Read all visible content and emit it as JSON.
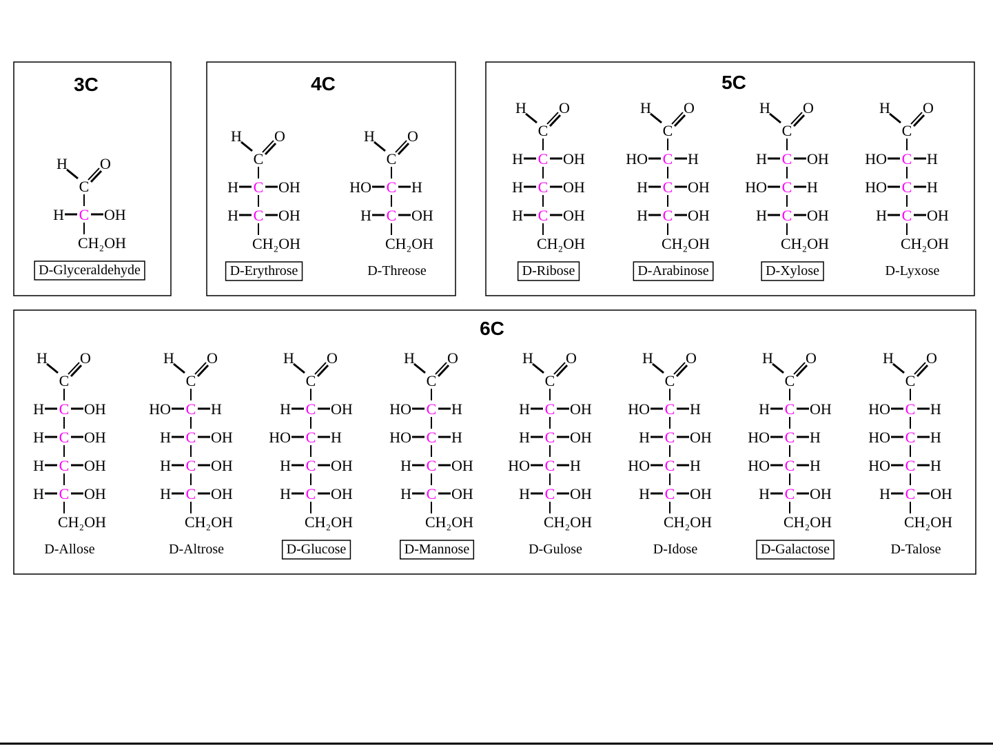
{
  "atoms": {
    "H": "H",
    "O": "O",
    "C": "C",
    "OH": "OH",
    "HO": "HO",
    "CH2OH": "CH₂OH"
  },
  "groups": [
    {
      "title": "3C",
      "molecules": [
        {
          "name": "D-Glyceraldehyde",
          "config": [
            "R"
          ],
          "boxed": true
        }
      ]
    },
    {
      "title": "4C",
      "molecules": [
        {
          "name": "D-Erythrose",
          "config": [
            "R",
            "R"
          ],
          "boxed": true
        },
        {
          "name": "D-Threose",
          "config": [
            "L",
            "R"
          ],
          "boxed": false
        }
      ]
    },
    {
      "title": "5C",
      "molecules": [
        {
          "name": "D-Ribose",
          "config": [
            "R",
            "R",
            "R"
          ],
          "boxed": true
        },
        {
          "name": "D-Arabinose",
          "config": [
            "L",
            "R",
            "R"
          ],
          "boxed": true
        },
        {
          "name": "D-Xylose",
          "config": [
            "R",
            "L",
            "R"
          ],
          "boxed": true
        },
        {
          "name": "D-Lyxose",
          "config": [
            "L",
            "L",
            "R"
          ],
          "boxed": false
        }
      ]
    },
    {
      "title": "6C",
      "molecules": [
        {
          "name": "D-Allose",
          "config": [
            "R",
            "R",
            "R",
            "R"
          ],
          "boxed": false
        },
        {
          "name": "D-Altrose",
          "config": [
            "L",
            "R",
            "R",
            "R"
          ],
          "boxed": false
        },
        {
          "name": "D-Glucose",
          "config": [
            "R",
            "L",
            "R",
            "R"
          ],
          "boxed": true
        },
        {
          "name": "D-Mannose",
          "config": [
            "L",
            "L",
            "R",
            "R"
          ],
          "boxed": true
        },
        {
          "name": "D-Gulose",
          "config": [
            "R",
            "R",
            "L",
            "R"
          ],
          "boxed": false
        },
        {
          "name": "D-Idose",
          "config": [
            "L",
            "R",
            "L",
            "R"
          ],
          "boxed": false
        },
        {
          "name": "D-Galactose",
          "config": [
            "R",
            "L",
            "L",
            "R"
          ],
          "boxed": true
        },
        {
          "name": "D-Talose",
          "config": [
            "L",
            "L",
            "L",
            "R"
          ],
          "boxed": false
        }
      ]
    }
  ],
  "colors": {
    "chiral_carbon": "#ff00ff",
    "ink": "#000000"
  }
}
